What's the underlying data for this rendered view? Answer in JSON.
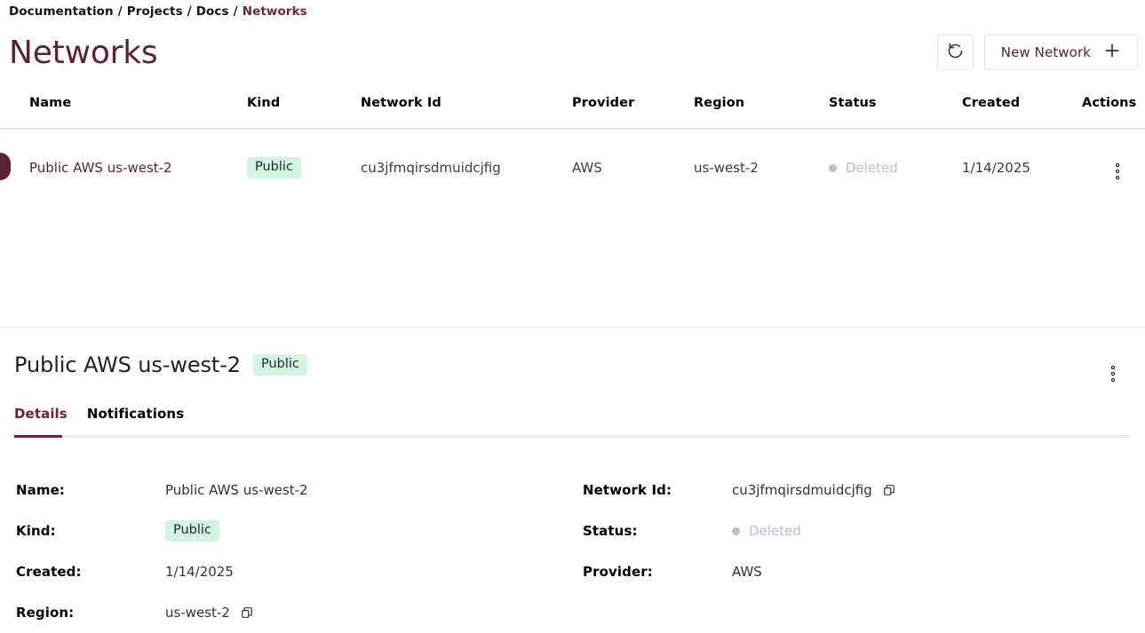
{
  "breadcrumb": {
    "items": [
      {
        "label": "Documentation",
        "current": false
      },
      {
        "label": "Projects",
        "current": false
      },
      {
        "label": "Docs",
        "current": false
      },
      {
        "label": "Networks",
        "current": true
      }
    ],
    "separator": "/"
  },
  "page": {
    "title": "Networks"
  },
  "toolbar": {
    "refresh_icon": "refresh-icon",
    "new_network_label": "New Network",
    "plus_icon": "plus-icon"
  },
  "table": {
    "columns": [
      "Name",
      "Kind",
      "Network Id",
      "Provider",
      "Region",
      "Status",
      "Created",
      "Actions"
    ],
    "rows": [
      {
        "name": "Public AWS us-west-2",
        "kind": "Public",
        "network_id": "cu3jfmqirsdmuidcjfig",
        "provider": "AWS",
        "region": "us-west-2",
        "status": "Deleted",
        "created": "1/14/2025",
        "selected": true
      }
    ]
  },
  "detail": {
    "title": "Public AWS us-west-2",
    "badge": "Public",
    "tabs": [
      {
        "label": "Details",
        "active": true
      },
      {
        "label": "Notifications",
        "active": false
      }
    ],
    "fields_left": [
      {
        "label": "Name:",
        "value": "Public AWS us-west-2",
        "type": "text",
        "copy": false
      },
      {
        "label": "Kind:",
        "value": "Public",
        "type": "badge",
        "copy": false
      },
      {
        "label": "Created:",
        "value": "1/14/2025",
        "type": "text",
        "copy": false
      },
      {
        "label": "Region:",
        "value": "us-west-2",
        "type": "text",
        "copy": true
      }
    ],
    "fields_right": [
      {
        "label": "Network Id:",
        "value": "cu3jfmqirsdmuidcjfig",
        "type": "text",
        "copy": true
      },
      {
        "label": "Status:",
        "value": "Deleted",
        "type": "status",
        "copy": false
      },
      {
        "label": "Provider:",
        "value": "AWS",
        "type": "text",
        "copy": false
      }
    ]
  },
  "colors": {
    "accent": "#5d2233",
    "accent_text": "#6b2638",
    "badge_bg": "#d3f5e3",
    "status_muted": "#b4c2d0",
    "divider": "#dde3e9",
    "border": "#dfe3e8"
  }
}
